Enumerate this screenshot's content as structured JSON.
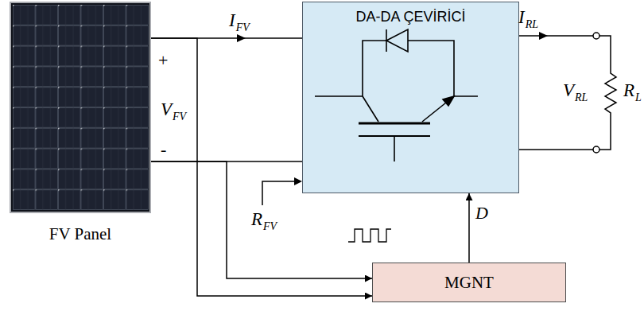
{
  "diagram": {
    "nodes": [
      {
        "text": [
          "FV Panel"
        ]
      },
      {
        "text": [
          "DA-DA ÇEVİRİCİ"
        ]
      },
      {
        "text": [
          "MGNT"
        ]
      }
    ],
    "edges": [
      {
        "from": 0,
        "to": 1,
        "arrow": "none"
      },
      {
        "from": 0,
        "to": 1,
        "arrow": "none"
      },
      {
        "from": 0,
        "to": 2,
        "arrow": "to"
      },
      {
        "from": 0,
        "to": 2,
        "arrow": "to"
      },
      {
        "from": 2,
        "to": 1,
        "label": "D",
        "arrow": "to"
      }
    ],
    "labels": [
      "+",
      "VFV",
      "-",
      "IFV",
      "RFV",
      "IRL",
      "VRL",
      "RL"
    ]
  }
}
